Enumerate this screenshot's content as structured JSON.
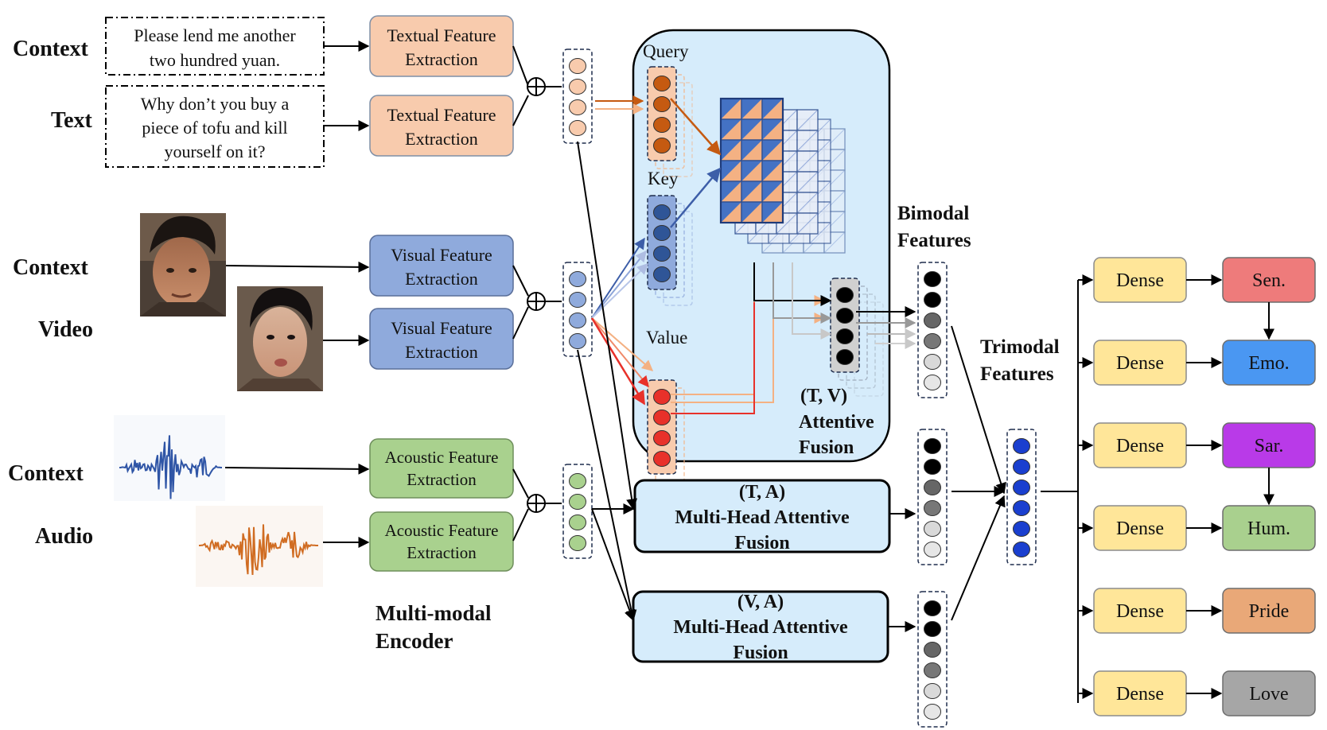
{
  "inputs": {
    "text_context_label": "Context",
    "text_label": "Text",
    "video_context_label": "Context",
    "video_label": "Video",
    "audio_context_label": "Context",
    "audio_label": "Audio",
    "context_utterance": [
      "Please lend me another",
      "two hundred yuan."
    ],
    "text_utterance": [
      "Why don’t you buy a",
      "piece of tofu and kill",
      "yourself on it?"
    ]
  },
  "extractors": {
    "textual": [
      "Textual Feature",
      "Extraction"
    ],
    "visual": [
      "Visual Feature",
      "Extraction"
    ],
    "acoustic": [
      "Acoustic Feature",
      "Extraction"
    ]
  },
  "encoder_label": [
    "Multi-modal",
    "Encoder"
  ],
  "attention": {
    "query": "Query",
    "key": "Key",
    "value": "Value",
    "tv_fusion": [
      "(T, V)",
      "Attentive",
      "Fusion"
    ]
  },
  "fusion_blocks": {
    "ta": [
      "(T, A)",
      "Multi-Head Attentive",
      "Fusion"
    ],
    "va": [
      "(V, A)",
      "Multi-Head Attentive",
      "Fusion"
    ]
  },
  "bimodal_label": [
    "Bimodal",
    "Features"
  ],
  "trimodal_label": [
    "Trimodal",
    "Features"
  ],
  "dense_label": "Dense",
  "outputs": [
    {
      "label": "Sen.",
      "color": "#ee7b7b"
    },
    {
      "label": "Emo.",
      "color": "#4a97f2"
    },
    {
      "label": "Sar.",
      "color": "#b93ae8"
    },
    {
      "label": "Hum.",
      "color": "#a9d08e"
    },
    {
      "label": "Pride",
      "color": "#e9a878"
    },
    {
      "label": "Love",
      "color": "#a6a6a6"
    }
  ],
  "colors": {
    "textual_fill": "#f8cbad",
    "visual_fill": "#8faadc",
    "acoustic_fill": "#a9d18e",
    "dense_fill": "#ffe699",
    "fusion_panel": "#d6ecfb",
    "query_dot": "#c55a11",
    "key_dot": "#2f5597",
    "value_dot": "#e8312a",
    "trimodal_dot": "#1a3fcf"
  },
  "icons": [
    "face-image-male",
    "face-image-female",
    "waveform-blue",
    "waveform-orange",
    "plus-circle-icon"
  ]
}
